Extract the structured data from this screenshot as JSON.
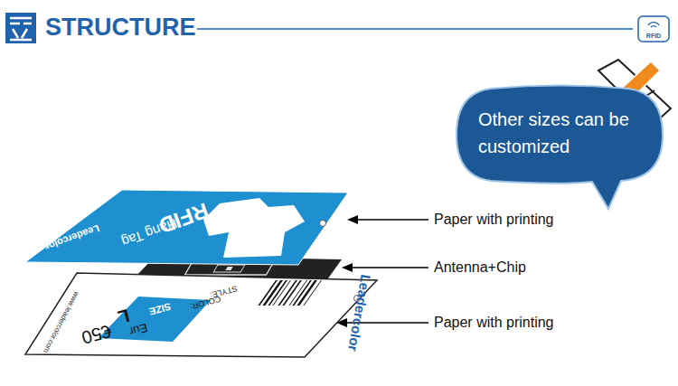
{
  "diagram": {
    "title": "STRUCTURE",
    "nodes": [
      {
        "text": [
          "Other sizes can be customized"
        ]
      },
      {
        "text": [
          "RFID",
          "Hang Tag",
          "Leadercolor"
        ]
      },
      {
        "text": [
          "Leadercolor",
          "STYLE:",
          "COLOR:",
          "SIZE",
          "L",
          "Eur",
          "€50",
          "www.leadercolor.com"
        ]
      }
    ],
    "labels": [
      "Paper with printing",
      "Antenna+Chip",
      "Paper with printing",
      "RFID"
    ]
  }
}
